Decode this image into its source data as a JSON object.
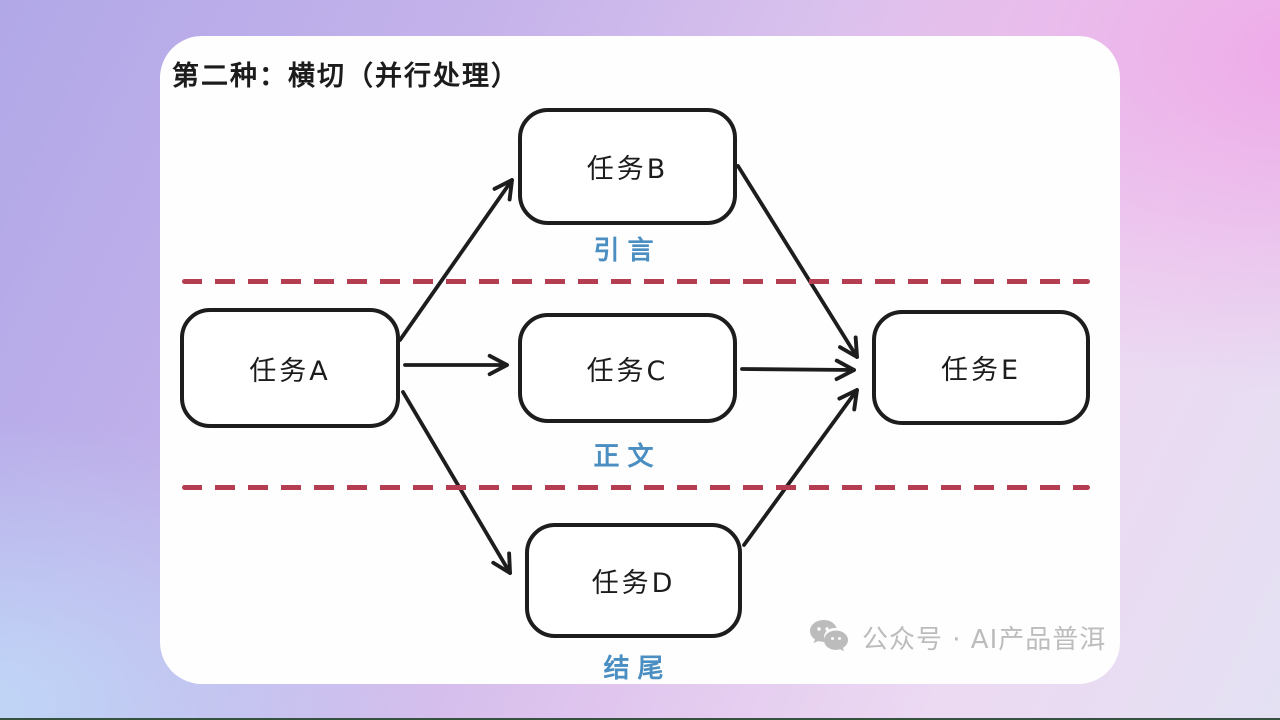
{
  "title": "第二种：横切（并行处理）",
  "diagram": {
    "nodes": [
      {
        "id": "A",
        "label": "任务A"
      },
      {
        "id": "B",
        "label": "任务B"
      },
      {
        "id": "C",
        "label": "任务C"
      },
      {
        "id": "D",
        "label": "任务D"
      },
      {
        "id": "E",
        "label": "任务E"
      }
    ],
    "lane_labels": [
      {
        "label": "引言"
      },
      {
        "label": "正文"
      },
      {
        "label": "结尾"
      }
    ],
    "edges": [
      {
        "from": "A",
        "to": "B"
      },
      {
        "from": "A",
        "to": "C"
      },
      {
        "from": "A",
        "to": "D"
      },
      {
        "from": "B",
        "to": "E"
      },
      {
        "from": "C",
        "to": "E"
      },
      {
        "from": "D",
        "to": "E"
      }
    ]
  },
  "watermark": {
    "icon": "wechat-icon",
    "text": "公众号 · AI产品普洱"
  },
  "colors": {
    "node_stroke": "#1d1d1d",
    "lane_label": "#4a8ec2",
    "divider_dash": "#b43d52",
    "watermark_text": "#bcbcbc",
    "background_top_left": "#b1a8e8",
    "background_top_right": "#eea6e7",
    "background_bottom_left": "#c0daf8"
  }
}
